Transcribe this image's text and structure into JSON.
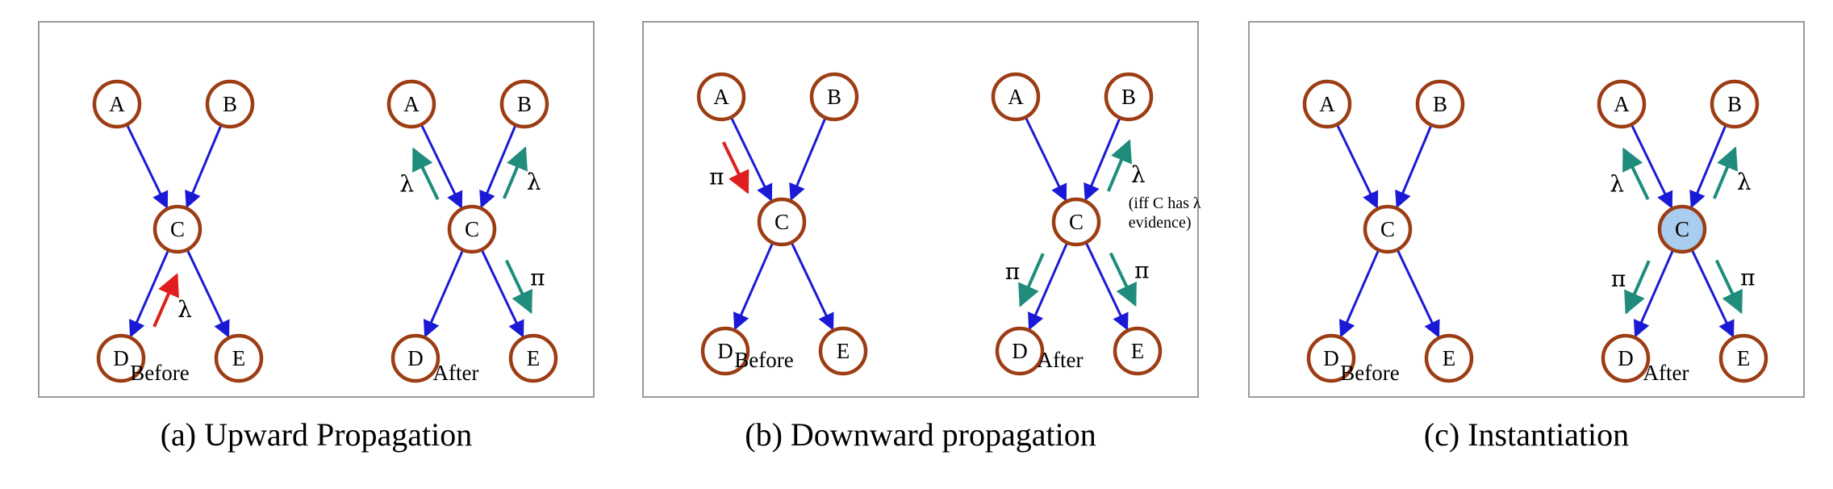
{
  "colors": {
    "edge": "#1a1ad6",
    "upward_message": "#1f8c7c",
    "downward_message": "#1f8c7c",
    "initial_message": "#e01e1e",
    "node_border": "#9c3d14",
    "node_fill": "#ffffff",
    "instantiated_fill": "#a9cdee",
    "panel_border": "#9a9a9a"
  },
  "panels": [
    {
      "id": "a",
      "caption": "(a) Upward Propagation",
      "before_label": "Before",
      "after_label": "After",
      "nodes": [
        "A",
        "B",
        "C",
        "D",
        "E"
      ],
      "before_messages": [
        {
          "edge": "D-C",
          "symbol": "λ",
          "color_role": "initial_message",
          "direction": "up"
        }
      ],
      "after_messages": [
        {
          "edge": "A-C",
          "symbol": "λ",
          "color_role": "upward_message",
          "direction": "up"
        },
        {
          "edge": "B-C",
          "symbol": "λ",
          "color_role": "upward_message",
          "direction": "up"
        },
        {
          "edge": "C-E",
          "symbol": "π",
          "color_role": "downward_message",
          "direction": "down"
        }
      ],
      "note": ""
    },
    {
      "id": "b",
      "caption": "(b) Downward propagation",
      "before_label": "Before",
      "after_label": "After",
      "nodes": [
        "A",
        "B",
        "C",
        "D",
        "E"
      ],
      "before_messages": [
        {
          "edge": "A-C",
          "symbol": "π",
          "color_role": "initial_message",
          "direction": "down"
        }
      ],
      "after_messages": [
        {
          "edge": "B-C",
          "symbol": "λ",
          "color_role": "upward_message",
          "direction": "up"
        },
        {
          "edge": "C-D",
          "symbol": "π",
          "color_role": "downward_message",
          "direction": "down"
        },
        {
          "edge": "C-E",
          "symbol": "π",
          "color_role": "downward_message",
          "direction": "down"
        }
      ],
      "note": [
        "(iff C has λ",
        "evidence)"
      ]
    },
    {
      "id": "c",
      "caption": "(c) Instantiation",
      "before_label": "Before",
      "after_label": "After",
      "nodes": [
        "A",
        "B",
        "C",
        "D",
        "E"
      ],
      "instantiated_node": "C",
      "before_messages": [],
      "after_messages": [
        {
          "edge": "A-C",
          "symbol": "λ",
          "color_role": "upward_message",
          "direction": "up"
        },
        {
          "edge": "B-C",
          "symbol": "λ",
          "color_role": "upward_message",
          "direction": "up"
        },
        {
          "edge": "C-D",
          "symbol": "π",
          "color_role": "downward_message",
          "direction": "down"
        },
        {
          "edge": "C-E",
          "symbol": "π",
          "color_role": "downward_message",
          "direction": "down"
        }
      ],
      "note": ""
    }
  ]
}
